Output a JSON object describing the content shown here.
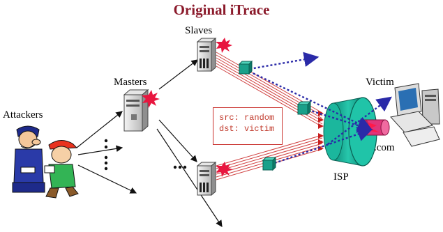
{
  "title": "Original iTrace",
  "labels": {
    "slaves": "Slaves",
    "masters": "Masters",
    "attackers": "Attackers",
    "victim": "Victim",
    "isp": "ISP",
    "com": ".com"
  },
  "packet_header": {
    "src": "src: random",
    "dst": "dst: victim"
  },
  "colors": {
    "title": "#8b1a2b",
    "attack_lines": "#c0392b",
    "itrace_arrows": "#2a2aa8",
    "router": "#19a08a",
    "isp": "#14b39a",
    "victim_pipe": "#e0357a",
    "burst": "#e8163f"
  },
  "icons": [
    "attackers-cartoon-icon",
    "master-server-icon",
    "slave-server-icon",
    "router-icon",
    "isp-cylinder-icon",
    "victim-computer-icon",
    "explosion-icon"
  ]
}
